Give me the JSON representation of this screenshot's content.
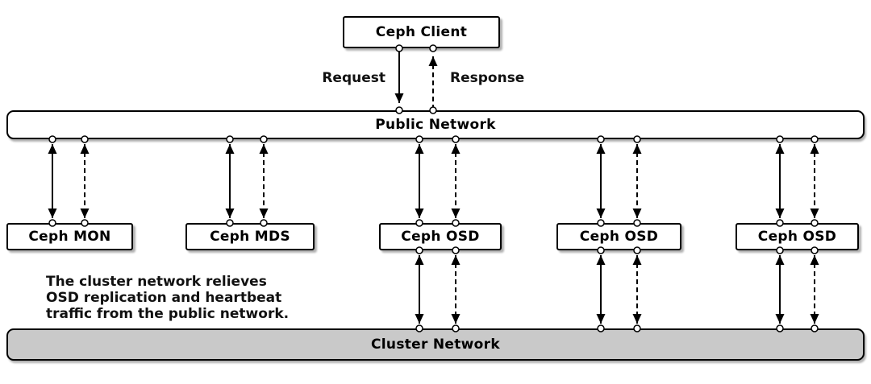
{
  "diagram": {
    "client_label": "Ceph Client",
    "request_label": "Request",
    "response_label": "Response",
    "public_network_label": "Public Network",
    "cluster_network_label": "Cluster Network",
    "nodes": [
      {
        "label": "Ceph MON"
      },
      {
        "label": "Ceph MDS"
      },
      {
        "label": "Ceph OSD"
      },
      {
        "label": "Ceph OSD"
      },
      {
        "label": "Ceph OSD"
      }
    ],
    "note_lines": [
      "The cluster network relieves",
      "OSD replication and heartbeat",
      "traffic from the public network."
    ],
    "colors": {
      "stroke": "#000000",
      "box_fill": "#ffffff",
      "public_network_fill": "#ffffff",
      "cluster_network_fill": "#c9c9c9",
      "background": "#ffffff"
    }
  }
}
